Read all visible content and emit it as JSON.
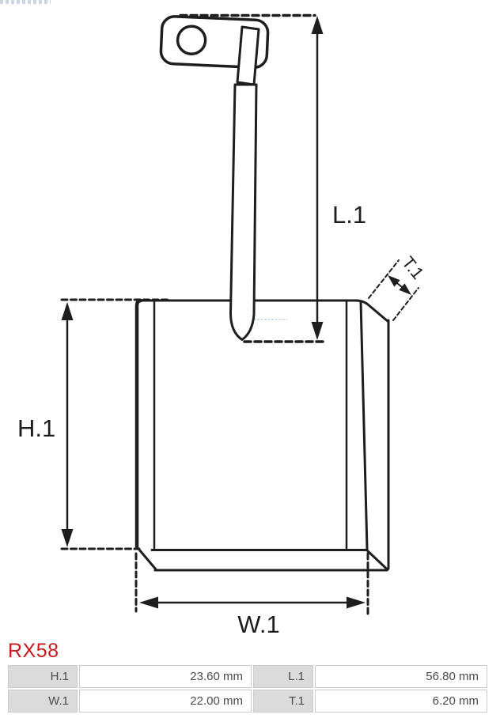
{
  "part_number": "RX58",
  "drawing": {
    "type": "technical-dimension-diagram",
    "subject": "starter-motor-carbon-brush-with-lead-and-eyelet-terminal",
    "labels": {
      "length": "L.1",
      "height": "H.1",
      "width": "W.1",
      "thickness": "T.1"
    }
  },
  "spec_table": {
    "rows": [
      {
        "k1": "H.1",
        "v1": "23.60 mm",
        "k2": "L.1",
        "v2": "56.80 mm"
      },
      {
        "k1": "W.1",
        "v1": "22.00 mm",
        "k2": "T.1",
        "v2": "6.20 mm"
      }
    ]
  },
  "colors": {
    "accent_red": "#c8191d",
    "drawing_line": "#1e1e1e",
    "table_label_bg": "#dbdbdb",
    "table_border": "#cbcbcb",
    "table_text": "#4a4a4a"
  }
}
